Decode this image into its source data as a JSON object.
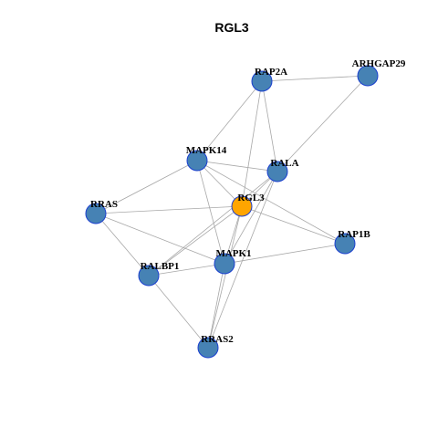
{
  "title": "RGL3",
  "colors": {
    "node_fill": "#4682b4",
    "focus_fill": "#ffa500",
    "node_stroke": "#1a3fcf",
    "edge": "#a8a8a8"
  },
  "network": {
    "focus": "RGL3",
    "nodes": [
      "RAP2A",
      "ARHGAP29",
      "MAPK14",
      "RALA",
      "RGL3",
      "RRAS",
      "RAP1B",
      "MAPK1",
      "RALBP1",
      "RRAS2"
    ],
    "edges": [
      [
        "RAP2A",
        "ARHGAP29"
      ],
      [
        "RAP2A",
        "MAPK14"
      ],
      [
        "RAP2A",
        "RALA"
      ],
      [
        "RAP2A",
        "RGL3"
      ],
      [
        "ARHGAP29",
        "RALA"
      ],
      [
        "MAPK14",
        "RALA"
      ],
      [
        "MAPK14",
        "RGL3"
      ],
      [
        "MAPK14",
        "RRAS"
      ],
      [
        "MAPK14",
        "MAPK1"
      ],
      [
        "MAPK14",
        "RAP1B"
      ],
      [
        "RALA",
        "RGL3"
      ],
      [
        "RALA",
        "MAPK1"
      ],
      [
        "RALA",
        "RALBP1"
      ],
      [
        "RALA",
        "RRAS2"
      ],
      [
        "RGL3",
        "RRAS"
      ],
      [
        "RGL3",
        "RAP1B"
      ],
      [
        "RGL3",
        "MAPK1"
      ],
      [
        "RGL3",
        "RALBP1"
      ],
      [
        "RGL3",
        "RRAS2"
      ],
      [
        "RRAS",
        "MAPK1"
      ],
      [
        "RRAS",
        "RALBP1"
      ],
      [
        "MAPK1",
        "RAP1B"
      ],
      [
        "MAPK1",
        "RALBP1"
      ],
      [
        "MAPK1",
        "RRAS2"
      ],
      [
        "RALBP1",
        "RRAS2"
      ]
    ]
  }
}
